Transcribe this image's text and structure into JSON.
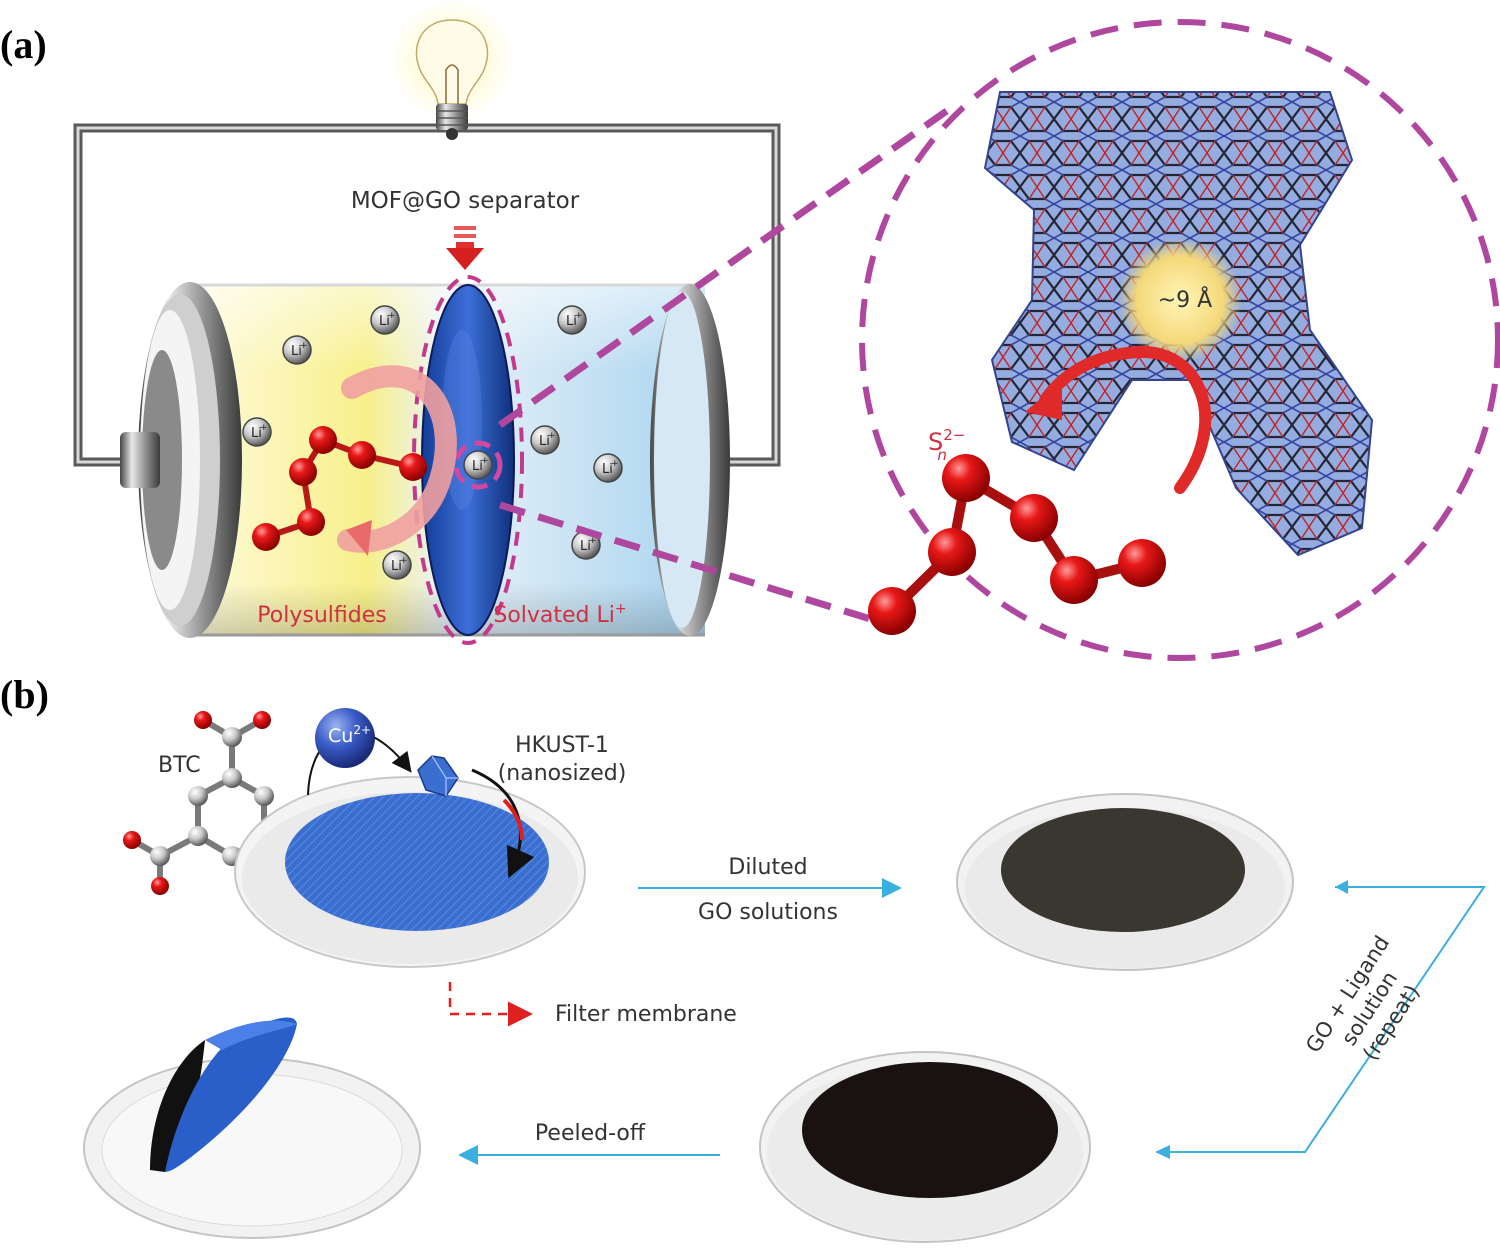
{
  "panel_a": {
    "label": "(a)",
    "separator_label": "MOF@GO separator",
    "left_region_label": "Polysulfides",
    "right_region_label": "Solvated Li",
    "right_region_sup": "+",
    "ion_label": "Li",
    "ion_sup": "+",
    "pore_size_label": "~9 Å",
    "polysulfide_base": "S",
    "polysulfide_sub": "n",
    "polysulfide_sup": "2−",
    "icons": [
      "light-bulb-icon",
      "battery-cell-icon",
      "mof-framework-icon",
      "polysulfide-chain-icon"
    ],
    "colors": {
      "polysulfide": "#e01a1a",
      "separator": "#1f4fa8",
      "zoom_outline": "#b0479e",
      "label_red": "#d03040"
    }
  },
  "panel_b": {
    "label": "(b)",
    "ligand_label": "BTC",
    "metal_ion_base": "Cu",
    "metal_ion_sup": "2+",
    "mof_label_line1": "HKUST-1",
    "mof_label_line2": "(nanosized)",
    "arrow1_line1": "Diluted",
    "arrow1_line2": "GO solutions",
    "membrane_label": "Filter membrane",
    "repeat_line1": "GO + Ligand",
    "repeat_line2": "solution",
    "repeat_line3": "(repeat)",
    "peel_label": "Peeled-off",
    "colors": {
      "arrow": "#3ab0e0",
      "membrane_blue": "#3a6fd0",
      "film_dark": "#1a1210"
    }
  }
}
